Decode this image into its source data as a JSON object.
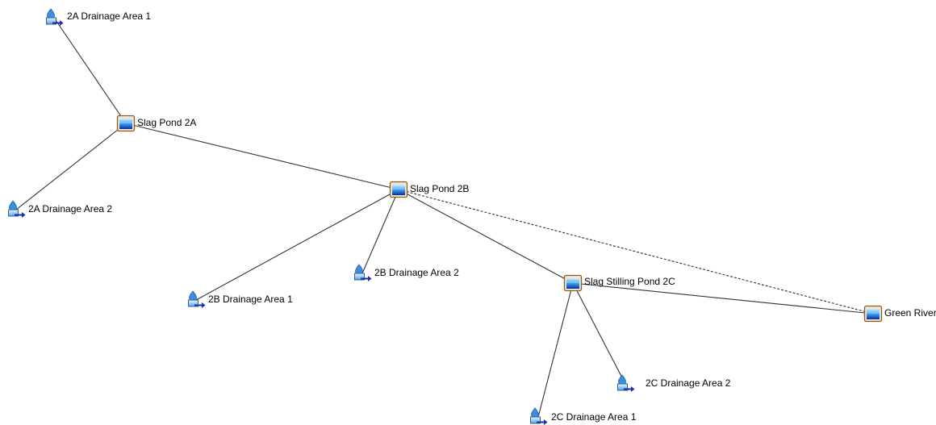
{
  "nodes": [
    {
      "id": "slag-pond-2a",
      "kind": "pond",
      "label": "Slag Pond 2A"
    },
    {
      "id": "slag-pond-2b",
      "kind": "pond",
      "label": "Slag Pond 2B"
    },
    {
      "id": "slag-stilling-pond-2c",
      "kind": "pond",
      "label": "Slag Stilling Pond 2C"
    },
    {
      "id": "green-river",
      "kind": "pond",
      "label": "Green River"
    },
    {
      "id": "2a-drainage-area-1",
      "kind": "drainage",
      "label": "2A Drainage Area 1"
    },
    {
      "id": "2a-drainage-area-2",
      "kind": "drainage",
      "label": "2A Drainage Area 2"
    },
    {
      "id": "2b-drainage-area-1",
      "kind": "drainage",
      "label": "2B Drainage Area 1"
    },
    {
      "id": "2b-drainage-area-2",
      "kind": "drainage",
      "label": "2B Drainage Area 2"
    },
    {
      "id": "2c-drainage-area-1",
      "kind": "drainage",
      "label": "2C Drainage Area 1"
    },
    {
      "id": "2c-drainage-area-2",
      "kind": "drainage",
      "label": "2C Drainage Area 2"
    }
  ],
  "edges": [
    {
      "from": "2a-drainage-area-1",
      "to": "slag-pond-2a",
      "style": "solid"
    },
    {
      "from": "2a-drainage-area-2",
      "to": "slag-pond-2a",
      "style": "solid"
    },
    {
      "from": "slag-pond-2a",
      "to": "slag-pond-2b",
      "style": "solid"
    },
    {
      "from": "2b-drainage-area-1",
      "to": "slag-pond-2b",
      "style": "solid"
    },
    {
      "from": "2b-drainage-area-2",
      "to": "slag-pond-2b",
      "style": "solid"
    },
    {
      "from": "slag-pond-2b",
      "to": "slag-stilling-pond-2c",
      "style": "solid"
    },
    {
      "from": "slag-pond-2b",
      "to": "green-river",
      "style": "dashed"
    },
    {
      "from": "slag-stilling-pond-2c",
      "to": "green-river",
      "style": "solid"
    },
    {
      "from": "2c-drainage-area-1",
      "to": "slag-stilling-pond-2c",
      "style": "solid"
    },
    {
      "from": "2c-drainage-area-2",
      "to": "slag-stilling-pond-2c",
      "style": "solid"
    }
  ],
  "colors": {
    "line": "#333333",
    "pond_frame": "#8a5a2b",
    "water_top": "#cfefff",
    "water_mid": "#3aa0ee",
    "water_bottom": "#0a2a9a",
    "drop": "#3b8fe0",
    "arrow": "#1d2fb0"
  },
  "icons": {
    "pond": "reservoir-icon",
    "drainage": "drainage-area-icon"
  }
}
